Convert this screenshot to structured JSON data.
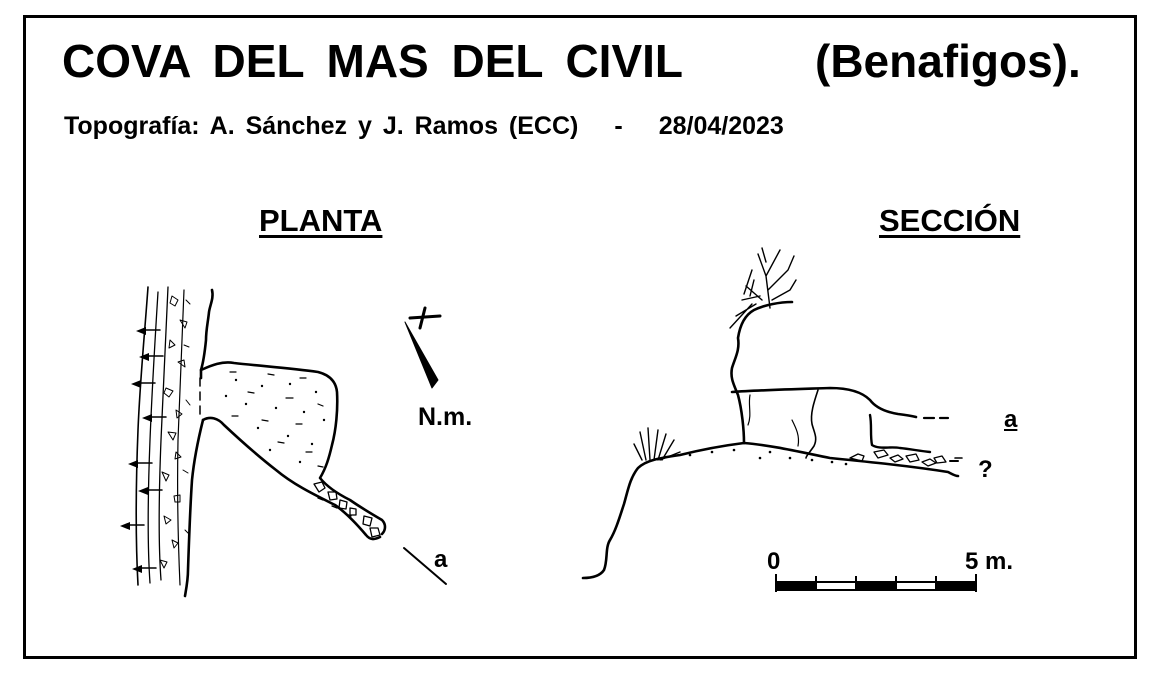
{
  "header": {
    "title": "COVA  DEL  MAS  DEL  CIVIL",
    "location": "(Benafigos).",
    "credits": "Topografía:  A. Sánchez  y  J. Ramos  (ECC)",
    "dash": "-",
    "date": "28/04/2023"
  },
  "plan": {
    "label": "PLANTA",
    "north_label": "N.m.",
    "section_marker": "a"
  },
  "section": {
    "label": "SECCIÓN",
    "section_marker": "a",
    "unknown_marker": "?"
  },
  "scale": {
    "start_label": "0",
    "end_label": "5 m."
  }
}
